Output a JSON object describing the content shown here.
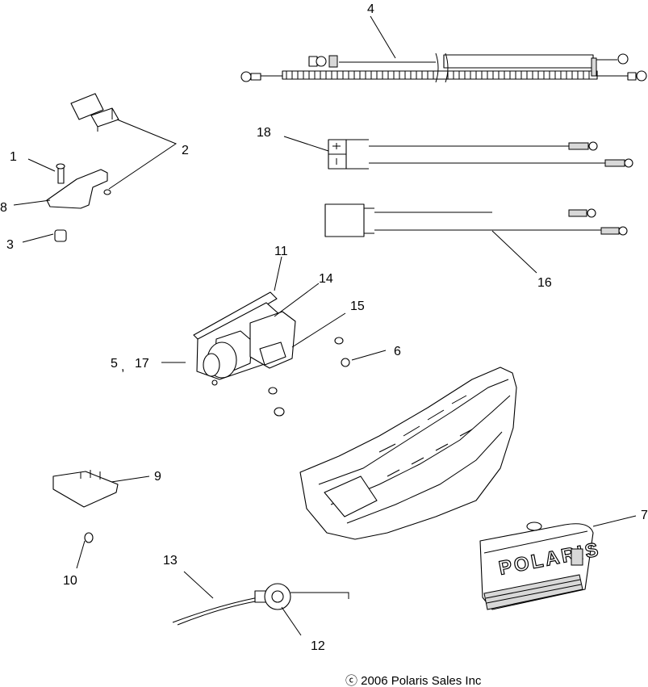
{
  "callouts": {
    "c1": "1",
    "c2": "2",
    "c3": "3",
    "c4": "4",
    "c5": "5",
    "c5sep": ",",
    "c6": "6",
    "c7": "7",
    "c8": "8",
    "c9": "9",
    "c10": "10",
    "c11": "11",
    "c12": "12",
    "c13": "13",
    "c14": "14",
    "c15": "15",
    "c16": "16",
    "c17": "17",
    "c18": "18"
  },
  "grille_logo": "POLARIS",
  "copyright": "ⓒ 2006 Polaris Sales Inc"
}
